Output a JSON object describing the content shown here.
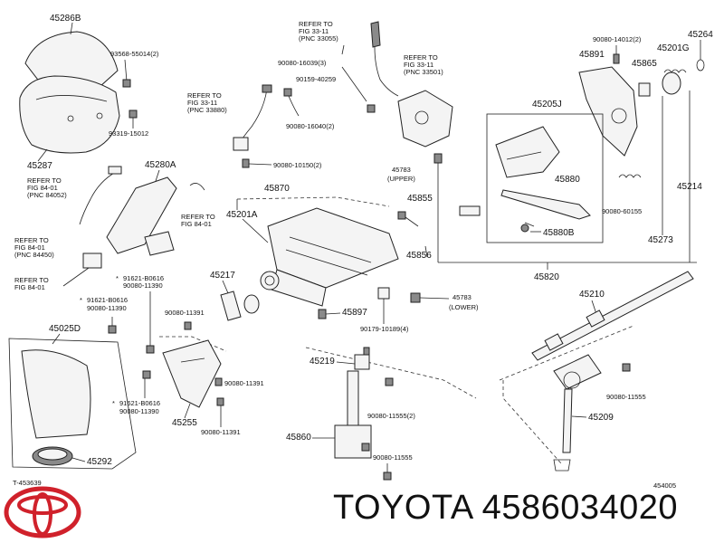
{
  "labels": {
    "l45286b": "45286B",
    "l93568": "93568-55014(2)",
    "l45287": "45287",
    "l93319": "93319-15012",
    "l90080_16039": "90080-16039(3)",
    "l90159": "90159-40259",
    "l90080_16040": "90080-16040(2)",
    "l90080_10150": "90080-10150(2)",
    "l45280a": "45280A",
    "l45870": "45870",
    "l45201a": "45201A",
    "l45217": "45217",
    "l45783u": "45783",
    "l45855": "45855",
    "l45856": "45856",
    "l45820": "45820",
    "l45897": "45897",
    "l45783l": "45783",
    "l90179": "90179-10189(4)",
    "l45891": "45891",
    "l90080_14012": "90080-14012(2)",
    "l45865": "45865",
    "l45201g": "45201G",
    "l45264": "45264",
    "l45205j": "45205J",
    "l45880": "45880",
    "l90080_60155": "90080-60155",
    "l45214": "45214",
    "l45880b": "45880B",
    "l45273": "45273",
    "l45210": "45210",
    "l90080_11555a": "90080-11555",
    "l45209": "45209",
    "l45219": "45219",
    "l90080_11555b": "90080-11555(2)",
    "l45860": "45860",
    "l90080_11555c": "90080-11555",
    "l45025d": "45025D",
    "l91621a": "91621-B0616",
    "l90080_11390a": "90080-11390",
    "l91621b": "91621-B0616",
    "l90080_11390b": "90080-11390",
    "l90080_11391a": "90080-11391",
    "l90080_11391b": "90080-11391",
    "l90080_11391c": "90080-11391",
    "l45255": "45255",
    "l91621c": "91621-B0616",
    "l90080_11390c": "90080-11390",
    "l45292": "45292",
    "lT": "T-453639",
    "l454005": "454005"
  },
  "refs": {
    "r1": [
      "REFER TO",
      "FIG 33-11",
      "(PNC 33055)"
    ],
    "r2": [
      "REFER TO",
      "FIG 33-11",
      "(PNC 33501)"
    ],
    "r3": [
      "REFER TO",
      "FIG 33-11",
      "(PNC 33880)"
    ],
    "r4": [
      "REFER TO",
      "FIG 84-01",
      "(PNC 84052)"
    ],
    "r5": [
      "REFER TO",
      "FIG 84-01"
    ],
    "r6": [
      "REFER TO",
      "FIG 84-01",
      "(PNC 84450)"
    ],
    "r7": [
      "REFER TO",
      "FIG 84-01"
    ]
  },
  "notes": {
    "upper": "(UPPER)",
    "lower": "(LOWER)",
    "star1": "*",
    "star2": "*",
    "star3": "*"
  },
  "footer": {
    "brand_text": "TOYOTA 4586034020",
    "logo_icon": "toyota-logo-icon"
  }
}
